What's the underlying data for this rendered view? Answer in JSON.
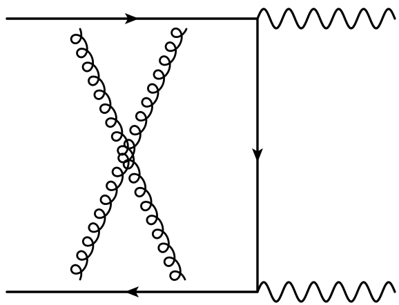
{
  "diagram": {
    "type": "feynman-diagram",
    "stroke_color": "#000000",
    "background_color": "#ffffff",
    "lines": [
      {
        "id": "fermion-top",
        "kind": "fermion",
        "arrow": "right"
      },
      {
        "id": "fermion-right",
        "kind": "fermion",
        "arrow": "down"
      },
      {
        "id": "fermion-bottom",
        "kind": "fermion",
        "arrow": "left"
      },
      {
        "id": "photon-top",
        "kind": "photon"
      },
      {
        "id": "photon-bottom",
        "kind": "photon"
      },
      {
        "id": "gluon-1",
        "kind": "gluon",
        "coils": 18
      },
      {
        "id": "gluon-2",
        "kind": "gluon",
        "coils": 18
      }
    ]
  }
}
